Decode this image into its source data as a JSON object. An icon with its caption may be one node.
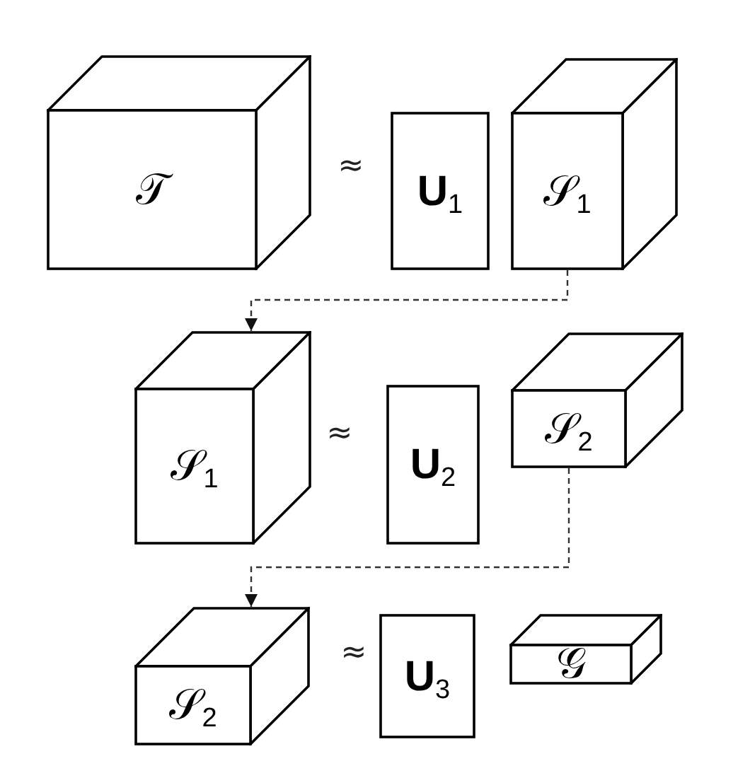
{
  "diagram": {
    "nodes": [
      {
        "text": [
          "𝒯"
        ]
      },
      {
        "text": [
          "**U**$_{1}$"
        ]
      },
      {
        "text": [
          "𝒮$_{1}$"
        ]
      },
      {
        "text": [
          "𝒮$_{1}$"
        ]
      },
      {
        "text": [
          "**U**$_{2}$"
        ]
      },
      {
        "text": [
          "𝒮$_{2}$"
        ]
      },
      {
        "text": [
          "𝒮$_{2}$"
        ]
      },
      {
        "text": [
          "**U**$_{3}$"
        ]
      },
      {
        "text": [
          "𝒢"
        ]
      }
    ],
    "edges": [
      {
        "from": 2,
        "to": 3,
        "arrow": "to",
        "style": "dashed"
      },
      {
        "from": 5,
        "to": 6,
        "arrow": "to",
        "style": "dashed"
      }
    ],
    "labels": [
      "≈",
      "≈",
      "≈"
    ]
  }
}
